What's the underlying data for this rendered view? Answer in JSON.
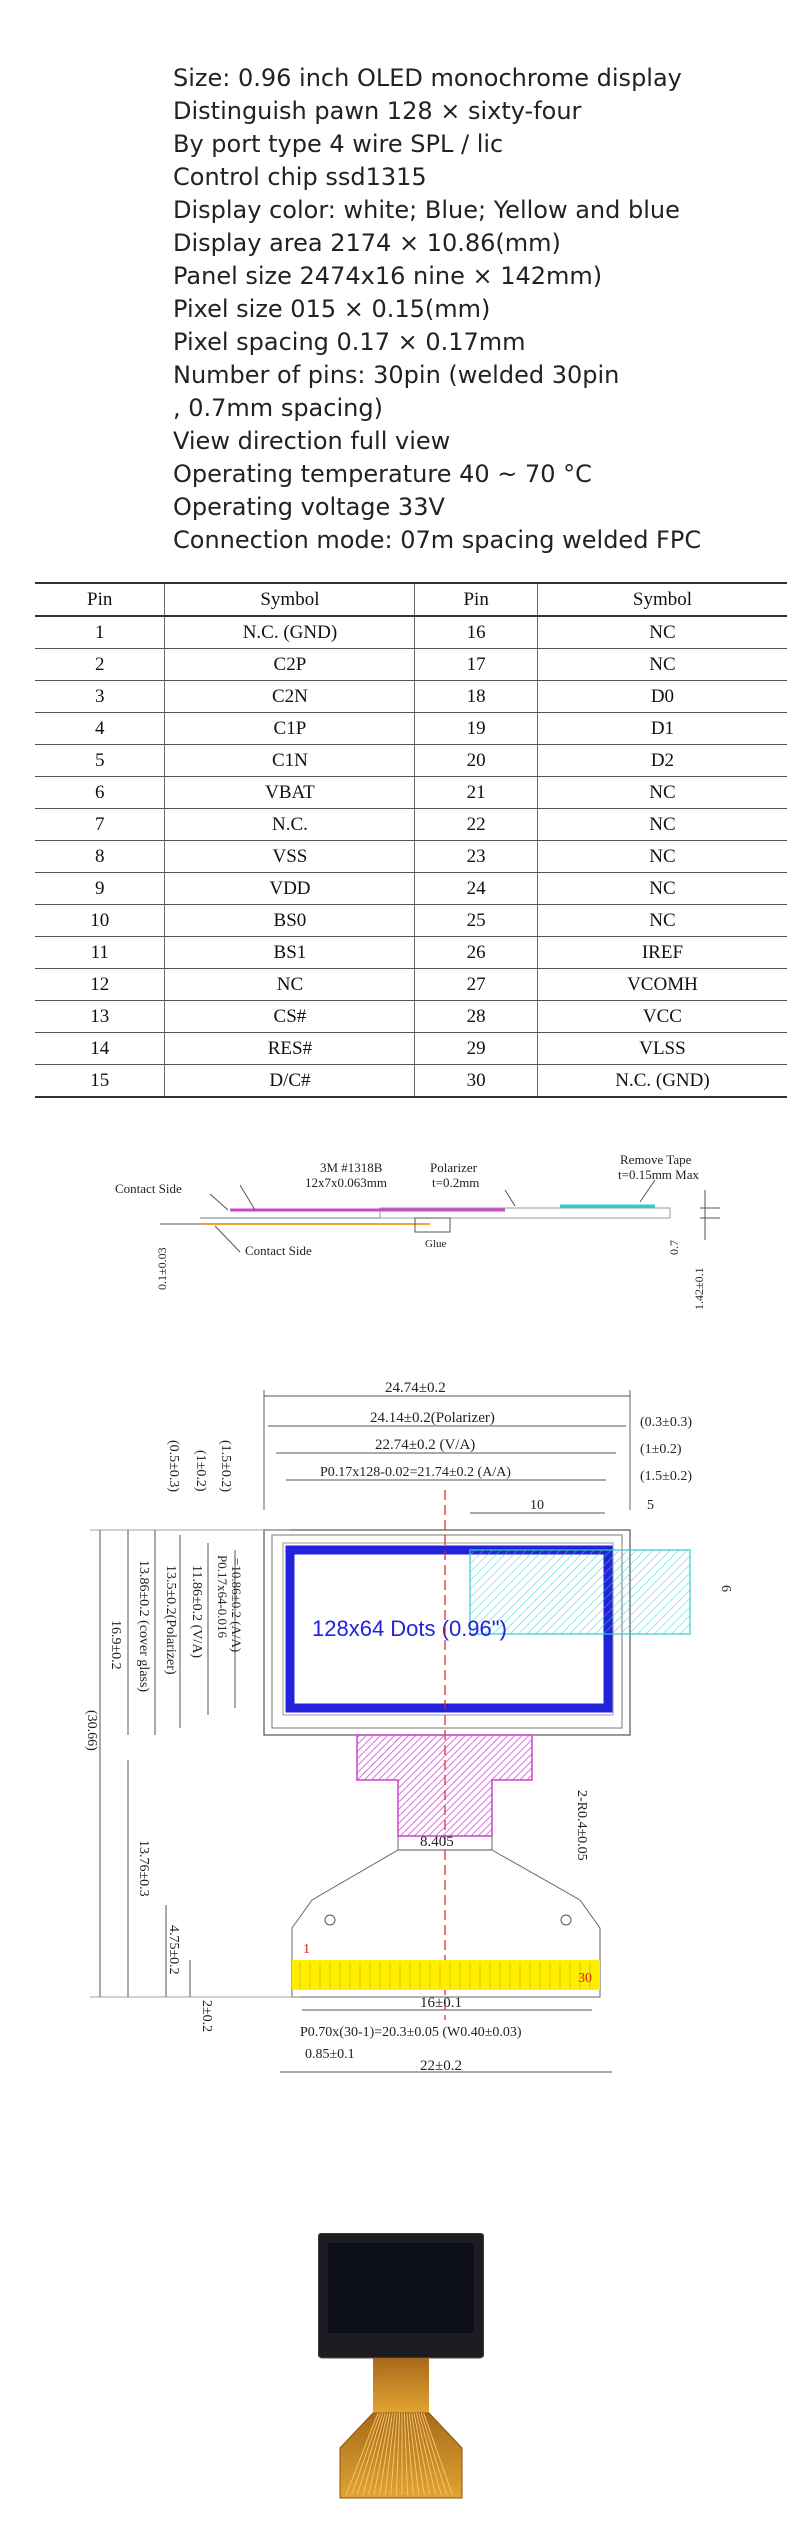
{
  "specs": [
    "Size: 0.96 inch OLED monochrome display",
    "Distinguish pawn 128 × sixty-four",
    "By port type 4 wire SPL / lic",
    "Control chip ssd1315",
    "Display color: white; Blue; Yellow and blue",
    "Display area 2174 × 10.86(mm)",
    "Panel size 2474x16 nine × 142mm)",
    "Pixel size 015 × 0.15(mm)",
    "Pixel spacing 0.17 × 0.17mm",
    "Number of pins: 30pin (welded 30pin",
    ", 0.7mm spacing)",
    "View direction full view",
    "Operating temperature 40 ~ 70 °C",
    "Operating voltage 33V",
    "Connection mode: 07m spacing welded FPC"
  ],
  "pin_table": {
    "headers": [
      "Pin",
      "Symbol",
      "Pin",
      "Symbol"
    ],
    "rows": [
      [
        "1",
        "N.C. (GND)",
        "16",
        "NC"
      ],
      [
        "2",
        "C2P",
        "17",
        "NC"
      ],
      [
        "3",
        "C2N",
        "18",
        "D0"
      ],
      [
        "4",
        "C1P",
        "19",
        "D1"
      ],
      [
        "5",
        "C1N",
        "20",
        "D2"
      ],
      [
        "6",
        "VBAT",
        "21",
        "NC"
      ],
      [
        "7",
        "N.C.",
        "22",
        "NC"
      ],
      [
        "8",
        "VSS",
        "23",
        "NC"
      ],
      [
        "9",
        "VDD",
        "24",
        "NC"
      ],
      [
        "10",
        "BS0",
        "25",
        "NC"
      ],
      [
        "11",
        "BS1",
        "26",
        "IREF"
      ],
      [
        "12",
        "NC",
        "27",
        "VCOMH"
      ],
      [
        "13",
        "CS#",
        "28",
        "VCC"
      ],
      [
        "14",
        "RES#",
        "29",
        "VLSS"
      ],
      [
        "15",
        "D/C#",
        "30",
        "N.C. (GND)"
      ]
    ]
  },
  "side_view": {
    "tape_3m": "3M #1318B",
    "tape_3m_size": "12x7x0.063mm",
    "polarizer": "Polarizer",
    "polarizer_t": "t=0.2mm",
    "remove_tape": "Remove Tape",
    "remove_tape_t": "t=0.15mm Max",
    "contact_side_top": "Contact Side",
    "contact_side_bottom": "Contact Side",
    "glue": "Glue",
    "dim_left": "0.1±0.03",
    "dim_right_a": "0.7",
    "dim_right_b": "1.42±0.1"
  },
  "front_view": {
    "dim_2474": "24.74±0.2",
    "dim_2414": "24.14±0.2(Polarizer)",
    "dim_2274": "22.74±0.2 (V/A)",
    "dim_2174": "P0.17x128-0.02=21.74±0.2 (A/A)",
    "dim_r1": "(0.3±0.3)",
    "dim_r2": "(1±0.2)",
    "dim_r3": "(1.5±0.2)",
    "dim_10": "10",
    "dim_5": "5",
    "dim_6": "6",
    "dim_v05": "(0.5±0.3)",
    "dim_v1": "(1±0.2)",
    "dim_v15": "(1.5±0.2)",
    "dim_1386": "13.86±0.2 (cover glass)",
    "dim_135": "13.5±0.2(Polarizer)",
    "dim_1186": "11.86±0.2 (V/A)",
    "dim_1086a": "P0.17x64-0.016",
    "dim_1086b": "=10.86±0.2 (A/A)",
    "dim_169": "16.9±0.2",
    "dim_3066": "(30.66)",
    "dim_1376": "13.76±0.3",
    "dim_475": "4.75±0.2",
    "dim_2": "2±0.2",
    "dim_8405": "8.405",
    "dim_r04": "2-R0.4±0.05",
    "dim_16": "16±0.1",
    "dim_pitch": "P0.70x(30-1)=20.3±0.05 (W0.40±0.03)",
    "dim_085": "0.85±0.1",
    "dim_22": "22±0.2",
    "dots_label": "128x64 Dots (0.96\")",
    "pin_first": "1",
    "pin_last": "30"
  },
  "colors": {
    "active_area": "#2222dd",
    "ic_magenta": "#cc44cc",
    "remove_tape": "#33cccc",
    "fpc_pads": "#ffee00",
    "center_line": "#dd2222",
    "fpc_photo": "#d99a2b"
  }
}
